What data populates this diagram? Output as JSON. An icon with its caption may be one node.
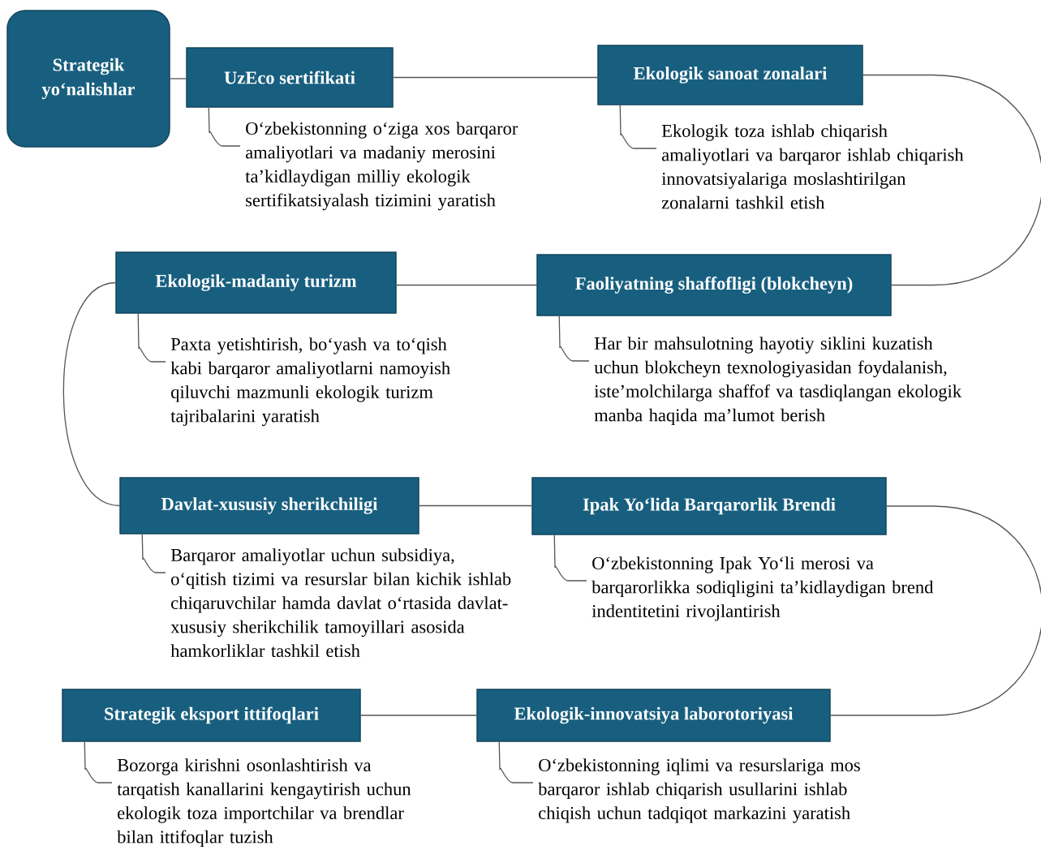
{
  "diagram": {
    "nodes": [
      {
        "text": [
          "Strategik yo‘nalishlar"
        ]
      },
      {
        "text": [
          "UzEco sertifikati"
        ]
      },
      {
        "text": [
          "O‘zbekistonning o‘ziga xos barqaror amaliyotlari va madaniy merosini ta’kidlaydigan milliy ekologik sertifikatsiyalash tizimini yaratish"
        ]
      },
      {
        "text": [
          "Ekologik sanoat zonalari"
        ]
      },
      {
        "text": [
          "Ekologik toza ishlab chiqarish amaliyotlari va barqaror ishlab chiqarish innovatsiyalariga moslashtirilgan zonalarni tashkil etish"
        ]
      },
      {
        "text": [
          "Faoliyatning shaffofligi (blokcheyn)"
        ]
      },
      {
        "text": [
          "Har bir mahsulotning hayotiy siklini kuzatish uchun blokcheyn texnologiyasidan foydalanish, iste’molchilarga shaffof va tasdiqlangan ekologik manba haqida ma’lumot berish"
        ]
      },
      {
        "text": [
          "Ekologik-madaniy turizm"
        ]
      },
      {
        "text": [
          "Paxta yetishtirish, bo‘yash va to‘qish kabi barqaror amaliyotlarni namoyish qiluvchi mazmunli ekologik turizm tajribalarini yaratish"
        ]
      },
      {
        "text": [
          "Davlat-xususiy sherikchiligi"
        ]
      },
      {
        "text": [
          "Barqaror amaliyotlar uchun subsidiya, o‘qitish tizimi va resurslar bilan kichik ishlab chiqaruvchilar hamda davlat o‘rtasida davlat-xususiy sherikchilik tamoyillari asosida hamkorliklar tashkil etish"
        ]
      },
      {
        "text": [
          "Ipak Yo‘lida Barqarorlik Brendi"
        ]
      },
      {
        "text": [
          "O‘zbekistonning Ipak Yo‘li merosi va barqarorlikka sodiqligini ta’kidlaydigan brend indentitetini rivojlantirish"
        ]
      },
      {
        "text": [
          "Ekologik-innovatsiya laborotoriyasi"
        ]
      },
      {
        "text": [
          "O‘zbekistonning iqlimi va resurslariga mos barqaror ishlab chiqarish usullarini ishlab chiqish uchun tadqiqot markazini yaratish"
        ]
      },
      {
        "text": [
          "Strategik eksport ittifoqlari"
        ]
      },
      {
        "text": [
          "Bozorga kirishni osonlashtirish va tarqatish kanallarini kengaytirish uchun ekologik toza importchilar va brendlar bilan ittifoqlar tuzish"
        ]
      }
    ],
    "edges": [
      {
        "from": 0,
        "to": 1,
        "arrow": "none"
      },
      {
        "from": 1,
        "to": 3,
        "arrow": "none"
      },
      {
        "from": 3,
        "to": 5,
        "arrow": "none"
      },
      {
        "from": 5,
        "to": 7,
        "arrow": "none"
      },
      {
        "from": 7,
        "to": 9,
        "arrow": "none"
      },
      {
        "from": 9,
        "to": 11,
        "arrow": "none"
      },
      {
        "from": 11,
        "to": 13,
        "arrow": "none"
      },
      {
        "from": 13,
        "to": 15,
        "arrow": "none"
      },
      {
        "from": 1,
        "to": 2,
        "arrow": "none"
      },
      {
        "from": 3,
        "to": 4,
        "arrow": "none"
      },
      {
        "from": 5,
        "to": 6,
        "arrow": "none"
      },
      {
        "from": 7,
        "to": 8,
        "arrow": "none"
      },
      {
        "from": 9,
        "to": 10,
        "arrow": "none"
      },
      {
        "from": 11,
        "to": 12,
        "arrow": "none"
      },
      {
        "from": 13,
        "to": 14,
        "arrow": "none"
      },
      {
        "from": 15,
        "to": 16,
        "arrow": "none"
      }
    ]
  }
}
